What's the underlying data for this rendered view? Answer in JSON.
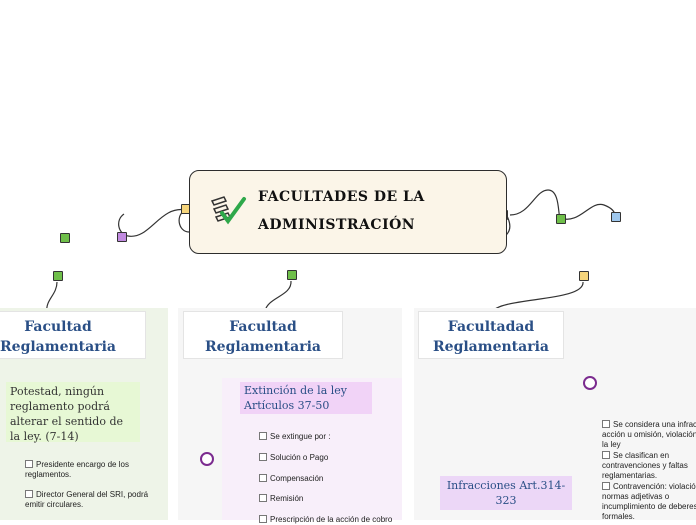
{
  "central": {
    "title": "FACULTADES DE LA ADMINISTRACIÓN",
    "icon": "checklist-icon"
  },
  "topics": {
    "left": "Facultad Reglamentaria",
    "middle": "Facultad Reglamentaria",
    "right": "Facultadad Reglamentaria"
  },
  "left_branch": {
    "node": "Potestad, ningún reglamento podrá alterar el sentido de la ley. (7-14)",
    "leaves": [
      "Presidente encargo de los reglamentos.",
      "Director General del SRI, podrá emitir circulares."
    ]
  },
  "middle_branch": {
    "node": "Extinción de la ley Artículos 37-50",
    "leaves": [
      "Se extingue por :",
      "Solución o Pago",
      "Compensación",
      "Remisión",
      "Prescripción de la acción de cobro"
    ]
  },
  "right_branch": {
    "node": "Infracciones Art.314-323",
    "leaves": [
      "Se considera una infracción acción u omisión, violación de la ley",
      "Se clasifican en contravenciones y faltas reglamentarias.",
      "Contravención: violación de normas adjetivas o incumplimiento de deberes formales."
    ]
  },
  "colors": {
    "central_fill": "#fbf5e8",
    "topic_text": "#2a4f86",
    "left_panel": "#eef4e8",
    "left_node": "#e7f8d5",
    "middle_panel": "#f8effa",
    "middle_node": "#f1d3f7",
    "right_node": "#ecd7f7",
    "bullet": "#7b2b8f",
    "tag_green": "#6fbf4a",
    "tag_purple": "#c18ae0",
    "tag_yellow": "#f6d57b",
    "tag_blue": "#9fc8ee"
  }
}
